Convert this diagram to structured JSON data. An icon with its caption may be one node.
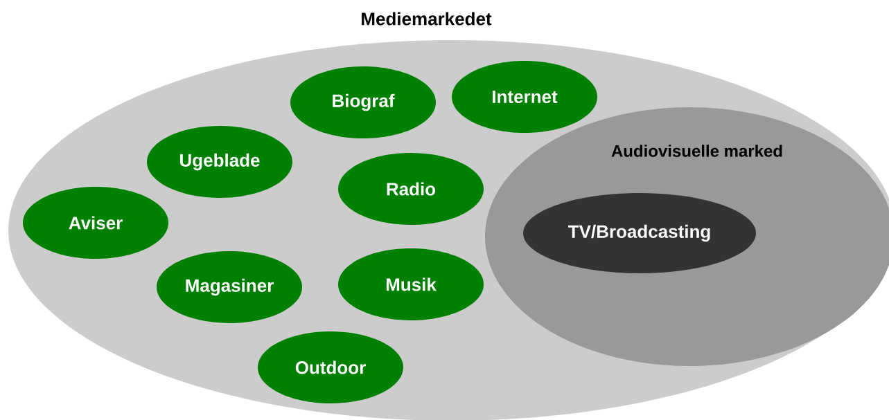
{
  "diagram": {
    "nodes": [
      {
        "text": [
          "Mediemarkedet"
        ]
      },
      {
        "text": [
          "Biograf"
        ],
        "in": 0
      },
      {
        "text": [
          "Internet"
        ],
        "in": 0
      },
      {
        "text": [
          "Audiovisuelle marked"
        ],
        "in": 0
      },
      {
        "text": [
          "Ugeblade"
        ],
        "in": 0
      },
      {
        "text": [
          "Radio"
        ],
        "in": 0
      },
      {
        "text": [
          "TV/Broadcasting"
        ],
        "in": 3
      },
      {
        "text": [
          "Aviser"
        ],
        "in": 0
      },
      {
        "text": [
          "Magasiner"
        ],
        "in": 0
      },
      {
        "text": [
          "Musik"
        ],
        "in": 0
      },
      {
        "text": [
          "Outdoor"
        ],
        "in": 0
      }
    ]
  }
}
